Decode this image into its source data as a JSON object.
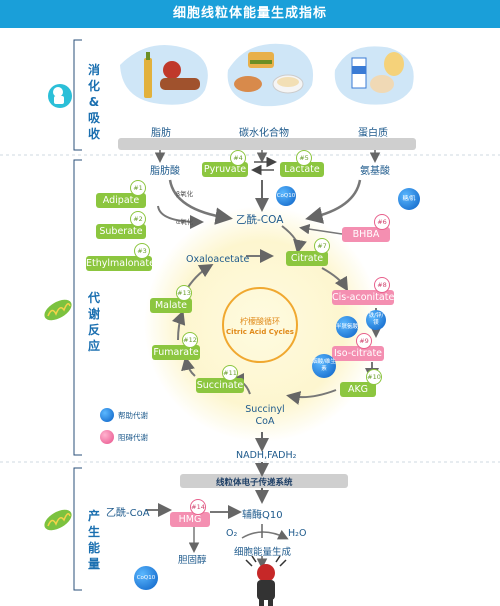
{
  "title": "细胞线粒体能量生成指标",
  "sections": {
    "digestion": "消化&吸收",
    "metabolism": "代谢反应",
    "production": "产生能量"
  },
  "nutrients": {
    "fat": "脂肪",
    "carbs": "碳水化合物",
    "protein": "蛋白质"
  },
  "products": {
    "fatty_acid": "脂肪酸",
    "amino_acid": "氨基酸"
  },
  "pyruvate": {
    "num": "#4",
    "label": "Pyruvate"
  },
  "lactate": {
    "num": "#5",
    "label": "Lactate"
  },
  "coq10_bubble": "CoQ10",
  "b_oxidation": "β氧化",
  "a_oxidation": "α氧化",
  "acetyl_coa": "乙酰-COA",
  "left_markers": [
    {
      "num": "#1",
      "label": "Adipate"
    },
    {
      "num": "#2",
      "label": "Suberate"
    },
    {
      "num": "#3",
      "label": "Ethylmalonate"
    }
  ],
  "bhba": {
    "num": "#6",
    "label": "BHBA"
  },
  "sugar_bubble": "糖/肌",
  "cycle": {
    "title_cn": "柠檬酸循环",
    "title_en": "Citric Acid Cycles",
    "oxaloacetate": "Oxaloacetate",
    "citrate": {
      "num": "#7",
      "label": "Citrate"
    },
    "cis_aconitate": {
      "num": "#8",
      "label": "Cis-aconitate"
    },
    "iso_citrate": {
      "num": "#9",
      "label": "Iso-citrate"
    },
    "akg": {
      "num": "#10",
      "label": "AKG"
    },
    "succinyl_coa": "Succinyl CoA",
    "succinate": {
      "num": "#11",
      "label": "Succinate"
    },
    "fumarate": {
      "num": "#12",
      "label": "Fumarate"
    },
    "malate": {
      "num": "#13",
      "label": "Malate"
    },
    "bubble_1": "半胱氨酸",
    "bubble_2": "铁/锌/镁",
    "bubble_3": "烟酸/维生素"
  },
  "nadh": "NADH,FADH₂",
  "legend": {
    "help": "帮助代谢",
    "block": "阻碍代谢"
  },
  "etc": "线粒体电子传递系统",
  "acetyl_coa_2": "乙酰-CoA",
  "hmg": {
    "num": "#14",
    "label": "HMG"
  },
  "coq10": "辅酶Q10",
  "cholesterol": "胆固醇",
  "o2": "O₂",
  "h2o": "H₂O",
  "energy": "细胞能量生成",
  "colors": {
    "accent": "#1a9fd9",
    "green": "#8cc63f",
    "pink": "#f48fb1",
    "blue": "#0a5fc4"
  }
}
